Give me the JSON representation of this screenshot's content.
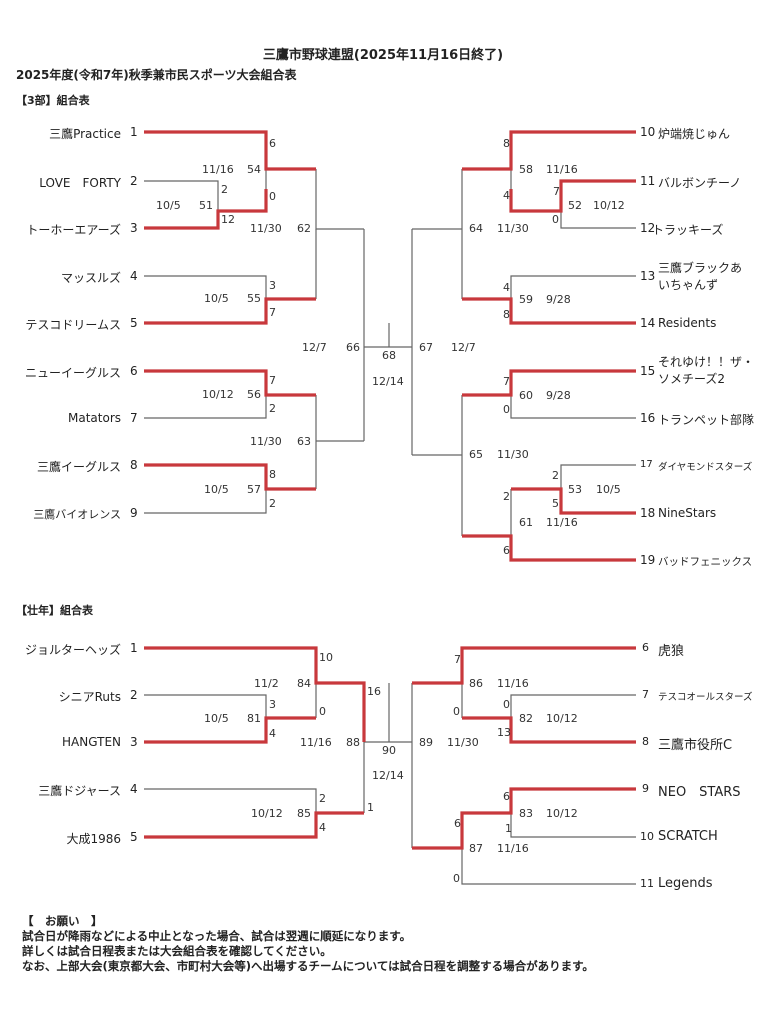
{
  "header": {
    "title": "三鷹市野球連盟(2025年11月16日終了)",
    "subtitle": "2025年度(令和7年)秋季兼市民スポーツ大会組合表"
  },
  "colors": {
    "winner_line": "#c8383c",
    "line": "#666666"
  },
  "division3": {
    "heading": "【3部】組合表",
    "left_teams": [
      {
        "seed": "1",
        "name": "三鷹Practice"
      },
      {
        "seed": "2",
        "name": "LOVE　FORTY"
      },
      {
        "seed": "3",
        "name": "トーホーエアーズ"
      },
      {
        "seed": "4",
        "name": "マッスルズ"
      },
      {
        "seed": "5",
        "name": "テスコドリームス"
      },
      {
        "seed": "6",
        "name": "ニューイーグルス"
      },
      {
        "seed": "7",
        "name": "Matators"
      },
      {
        "seed": "8",
        "name": "三鷹イーグルス"
      },
      {
        "seed": "9",
        "name": "三鷹バイオレンス"
      }
    ],
    "right_teams": [
      {
        "seed": "10",
        "name": "炉端焼じゅん"
      },
      {
        "seed": "11",
        "name": "バルボンチーノ"
      },
      {
        "seed": "12",
        "name": "トラッキーズ"
      },
      {
        "seed": "13",
        "name": "三鷹ブラックあ\nいちゃんず",
        "line1": "三鷹ブラックあ",
        "line2": "いちゃんず"
      },
      {
        "seed": "14",
        "name": "Residents"
      },
      {
        "seed": "15",
        "name": "それゆけ！！ザ・ソメチーズ2",
        "line1": "それゆけ！！",
        "line2": "ザ・ソメチーズ2"
      },
      {
        "seed": "16",
        "name": "トランペット部隊"
      },
      {
        "seed": "17",
        "name": "ダイヤモンドスターズ"
      },
      {
        "seed": "18",
        "name": "NineStars"
      },
      {
        "seed": "19",
        "name": "バッドフェニックス"
      }
    ],
    "matches": {
      "m51": {
        "no": "51",
        "date": "10/5",
        "score_top": "2",
        "score_bottom": "12"
      },
      "m54": {
        "no": "54",
        "date": "11/16",
        "score_top": "6",
        "score_bottom": "0"
      },
      "m55": {
        "no": "55",
        "date": "10/5",
        "score_top": "3",
        "score_bottom": "7"
      },
      "m56": {
        "no": "56",
        "date": "10/12",
        "score_top": "7",
        "score_bottom": "2"
      },
      "m57": {
        "no": "57",
        "date": "10/5",
        "score_top": "8",
        "score_bottom": "2"
      },
      "m62": {
        "no": "62",
        "date": "11/30"
      },
      "m63": {
        "no": "63",
        "date": "11/30"
      },
      "m66": {
        "no": "66",
        "date": "12/7"
      },
      "m52": {
        "no": "52",
        "date": "10/12",
        "score_top": "7",
        "score_bottom": "0"
      },
      "m58": {
        "no": "58",
        "date": "11/16",
        "score_top": "8",
        "score_bottom": "4"
      },
      "m59": {
        "no": "59",
        "date": "9/28",
        "score_top": "4",
        "score_bottom": "8"
      },
      "m60": {
        "no": "60",
        "date": "9/28",
        "score_top": "7",
        "score_bottom": "0"
      },
      "m53": {
        "no": "53",
        "date": "10/5",
        "score_top": "2",
        "score_bottom": "5"
      },
      "m61": {
        "no": "61",
        "date": "11/16",
        "score_top": "2",
        "score_bottom": "6"
      },
      "m64": {
        "no": "64",
        "date": "11/30"
      },
      "m65": {
        "no": "65",
        "date": "11/30"
      },
      "m67": {
        "no": "67",
        "date": "12/7"
      },
      "m68": {
        "no": "68",
        "date": "12/14"
      }
    }
  },
  "senior": {
    "heading": "【壮年】組合表",
    "left_teams": [
      {
        "seed": "1",
        "name": "ジョルターヘッズ"
      },
      {
        "seed": "2",
        "name": "シニアRuts"
      },
      {
        "seed": "3",
        "name": "HANGTEN"
      },
      {
        "seed": "4",
        "name": "三鷹ドジャース"
      },
      {
        "seed": "5",
        "name": "大成1986"
      }
    ],
    "right_teams": [
      {
        "seed": "6",
        "name": "虎狼"
      },
      {
        "seed": "7",
        "name": "テスコオールスターズ"
      },
      {
        "seed": "8",
        "name": "三鷹市役所C"
      },
      {
        "seed": "9",
        "name": "NEO　STARS"
      },
      {
        "seed": "10",
        "name": "SCRATCH"
      },
      {
        "seed": "11",
        "name": "Legends"
      }
    ],
    "matches": {
      "m81": {
        "no": "81",
        "date": "10/5",
        "score_top": "3",
        "score_bottom": "4"
      },
      "m84": {
        "no": "84",
        "date": "11/2",
        "score_top": "10",
        "score_bottom": "0"
      },
      "m85": {
        "no": "85",
        "date": "10/12",
        "score_top": "2",
        "score_bottom": "4"
      },
      "m88": {
        "no": "88",
        "date": "11/16",
        "score_top": "16",
        "score_bottom": "1"
      },
      "m82": {
        "no": "82",
        "date": "10/12",
        "score_top": "0",
        "score_bottom": "13"
      },
      "m86": {
        "no": "86",
        "date": "11/16",
        "score_top": "7",
        "score_bottom": "0"
      },
      "m83": {
        "no": "83",
        "date": "10/12",
        "score_top": "6",
        "score_bottom": "1"
      },
      "m87": {
        "no": "87",
        "date": "11/16",
        "score_top": "6",
        "score_bottom": "0"
      },
      "m89": {
        "no": "89",
        "date": "11/30"
      },
      "m90": {
        "no": "90",
        "date": "12/14"
      }
    }
  },
  "notes": {
    "heading": "【　お願い　】",
    "lines": [
      "試合日が降雨などによる中止となった場合、試合は翌週に順延になります。",
      "詳しくは試合日程表または大会組合表を確認してください。",
      "なお、上部大会(東京都大会、市町村大会等)へ出場するチームについては試合日程を調整する場合があります。"
    ]
  }
}
